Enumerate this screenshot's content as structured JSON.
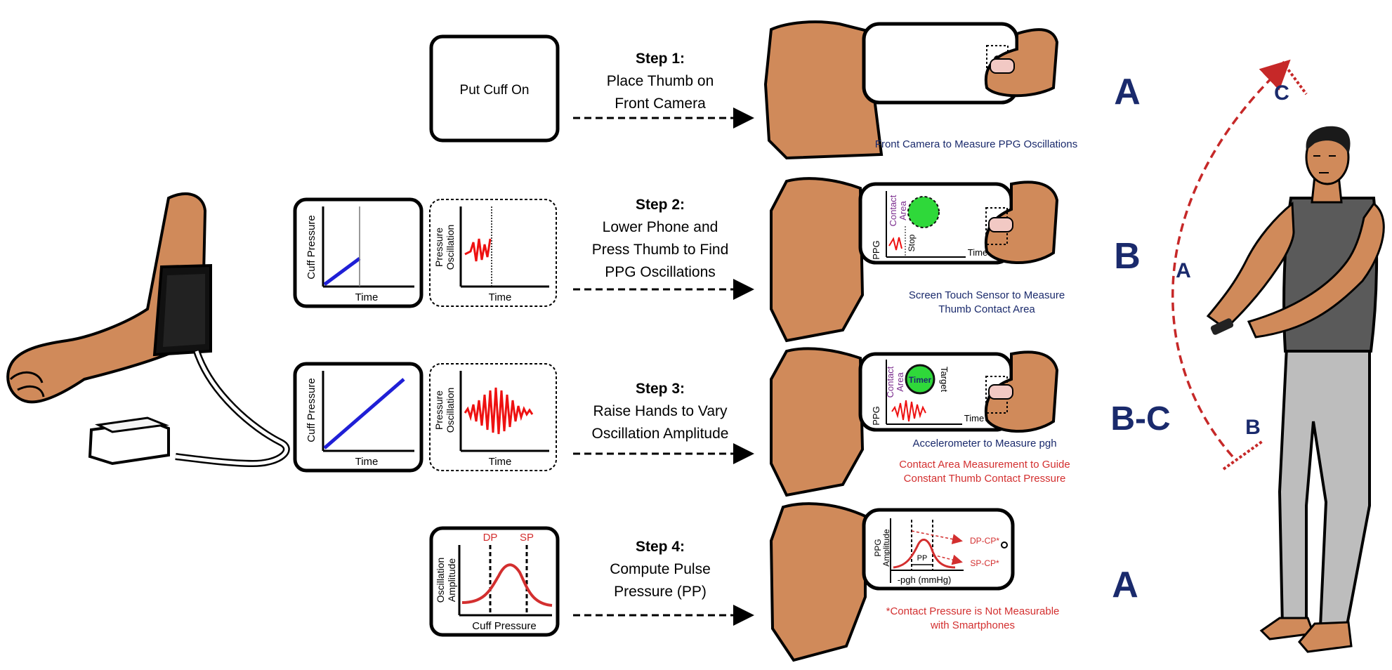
{
  "steps": [
    {
      "title": "Step 1:",
      "lines": [
        "Place Thumb on",
        "Front Camera"
      ],
      "letter": "A",
      "notes": [
        {
          "text": "Front Camera to Measure PPG Oscillations",
          "color": "#1a2a6c"
        }
      ]
    },
    {
      "title": "Step 2:",
      "lines": [
        "Lower Phone and",
        "Press Thumb to Find",
        "PPG Oscillations"
      ],
      "letter": "B",
      "notes": [
        {
          "text": "Screen Touch Sensor to Measure",
          "color": "#1a2a6c"
        },
        {
          "text": "Thumb Contact Area",
          "color": "#1a2a6c"
        }
      ]
    },
    {
      "title": "Step 3:",
      "lines": [
        "Raise Hands to Vary",
        "Oscillation Amplitude"
      ],
      "letter": "B-C",
      "notes": [
        {
          "text": "Accelerometer to Measure pgh",
          "color": "#1a2a6c"
        },
        {
          "text": "Contact Area Measurement to Guide",
          "color": "#d32f2f"
        },
        {
          "text": "Constant Thumb Contact Pressure",
          "color": "#d32f2f"
        }
      ]
    },
    {
      "title": "Step 4:",
      "lines": [
        "Compute Pulse",
        "Pressure (PP)"
      ],
      "letter": "A",
      "notes": [
        {
          "text": "*Contact Pressure is Not Measurable",
          "color": "#d32f2f"
        },
        {
          "text": "with Smartphones",
          "color": "#d32f2f"
        }
      ]
    }
  ],
  "cuff_box": {
    "label": "Put Cuff On"
  },
  "plots": {
    "cuff_pressure": "Cuff Pressure",
    "time": "Time",
    "pressure": "Pressure",
    "oscillation": "Oscillation",
    "oscillation_amp_1": "Oscillation",
    "oscillation_amp_2": "Amplitude",
    "dp": "DP",
    "sp": "SP"
  },
  "phone_screens": {
    "ppg": "PPG",
    "contact": "Contact",
    "area": "Area",
    "stop": "Stop",
    "time": "Time",
    "timer": "Timer",
    "target": "Target",
    "ppg_amp_1": "PPG",
    "ppg_amp_2": "Amplitude",
    "pp": "PP",
    "pgh": "-pgh (mmHg)",
    "dp_cp": "DP-CP*",
    "sp_cp": "SP-CP*"
  },
  "person": {
    "arc_a": "A",
    "arc_b": "B",
    "arc_c": "C"
  },
  "colors": {
    "navy": "#1a2a6c",
    "red": "#d32f2f",
    "skin": "#d08a5a",
    "green": "#2fd83a",
    "blue": "#1f1fd6",
    "purple": "#7b2d8e",
    "arc": "#c62828"
  }
}
